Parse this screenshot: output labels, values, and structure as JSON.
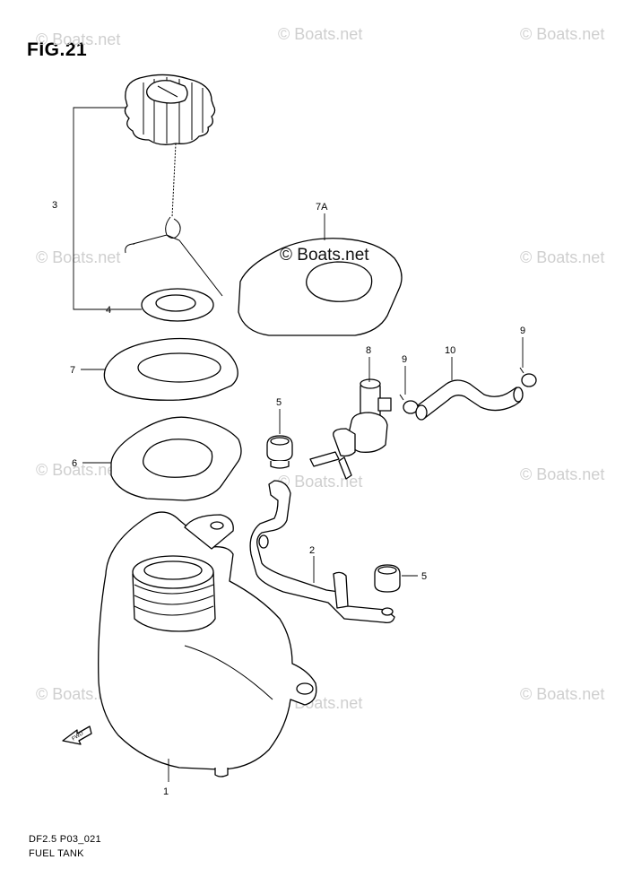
{
  "figure": {
    "title": "FIG.21",
    "model_code": "DF2.5 P03_021",
    "section_name": "FUEL TANK"
  },
  "watermark": {
    "text": "© Boats.net",
    "featured_text": "© Boats.net"
  },
  "callouts": {
    "fuel_tank": "1",
    "bracket": "2",
    "cap_assembly": "3",
    "gasket": "4",
    "grommet_upper": "5",
    "grommet_lower": "5",
    "cushion_square": "6",
    "cushion_round": "7",
    "cushion_7a": "7A",
    "fuel_cock": "8",
    "clip_left": "9",
    "clip_right": "9",
    "hose": "10"
  },
  "direction_label": "FWD"
}
